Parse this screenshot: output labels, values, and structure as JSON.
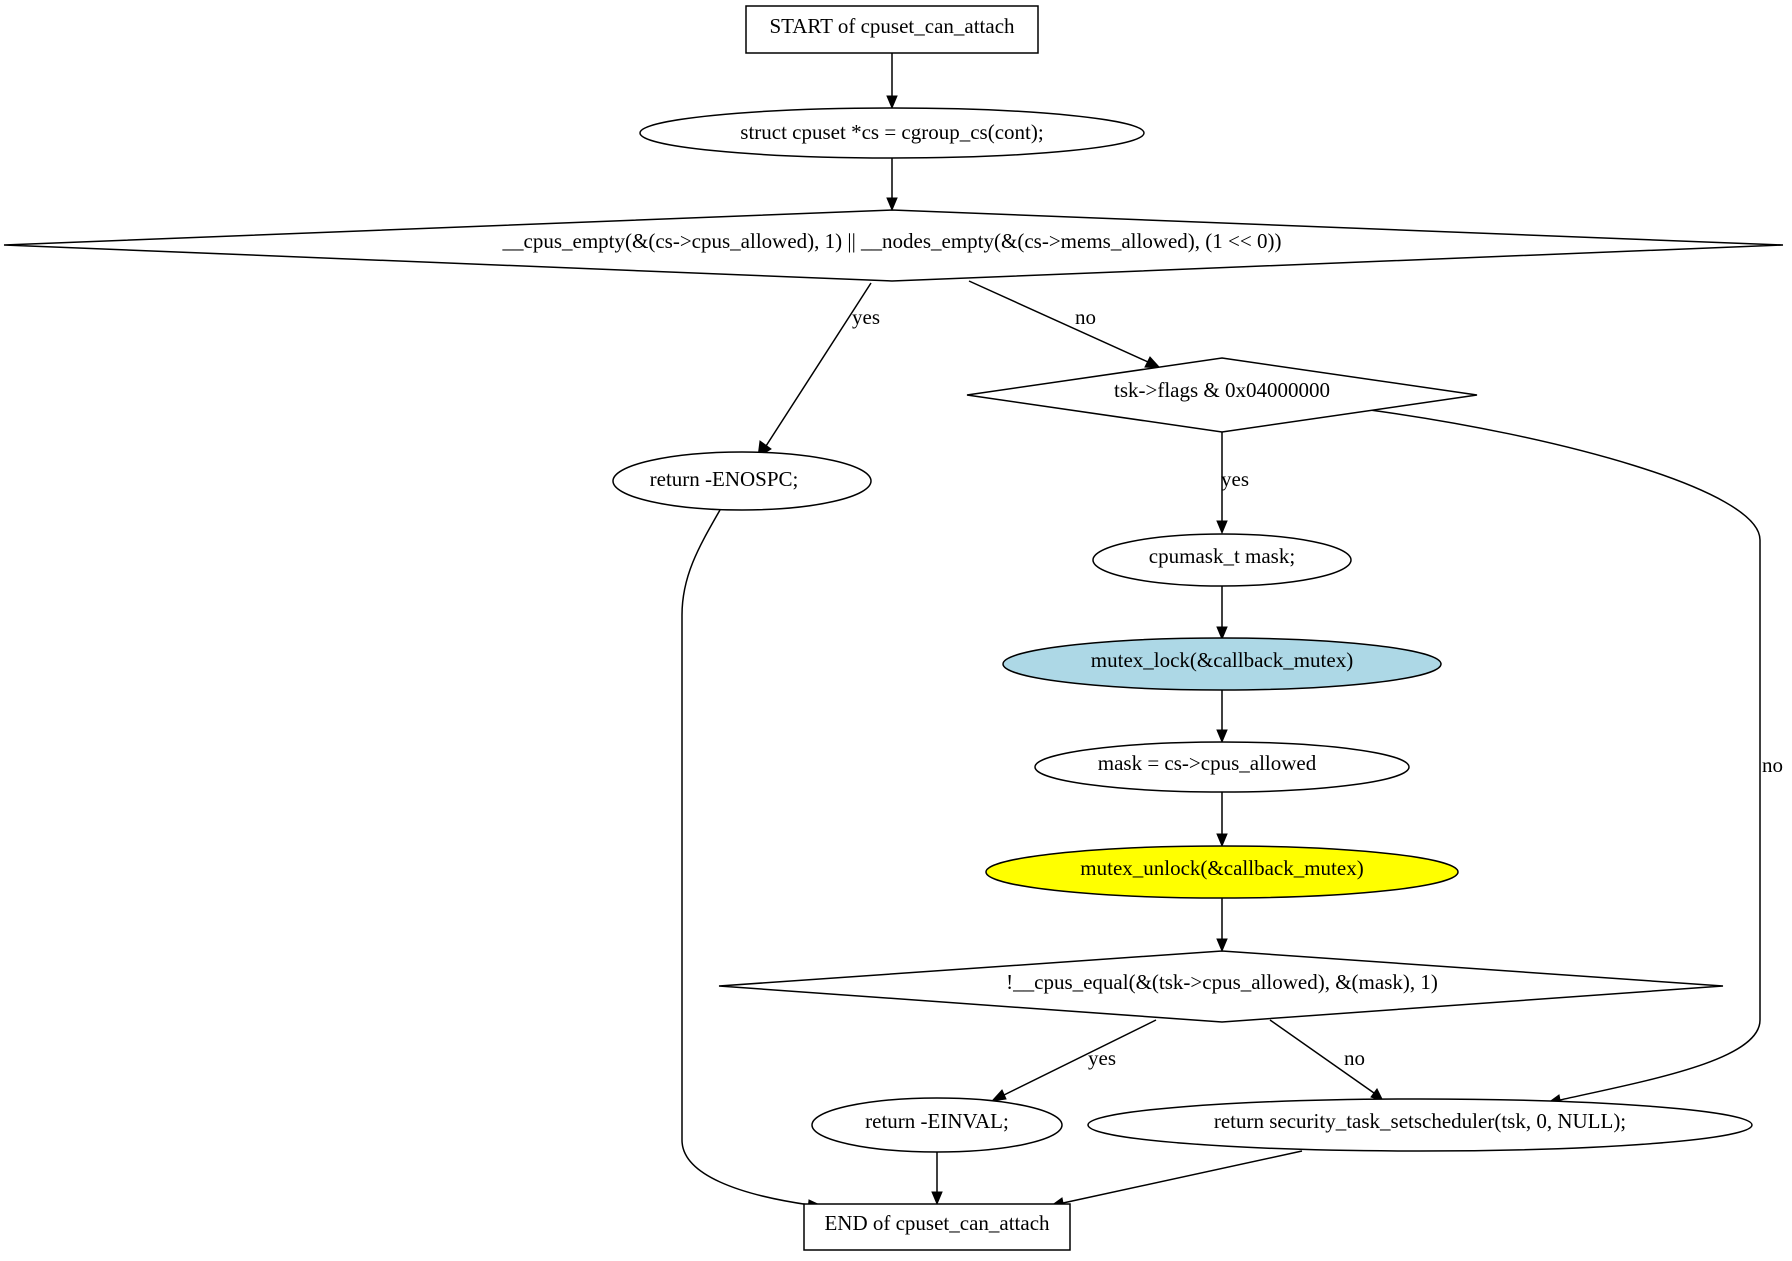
{
  "flowchart": {
    "nodes": {
      "start": {
        "label": "START of cpuset_can_attach",
        "shape": "box"
      },
      "decl_cs": {
        "label": "struct cpuset *cs = cgroup_cs(cont);",
        "shape": "ellipse"
      },
      "cond_empty": {
        "label": "__cpus_empty(&(cs->cpus_allowed), 1) || __nodes_empty(&(cs->mems_allowed), (1 << 0))",
        "shape": "diamond"
      },
      "ret_enospc": {
        "label": "return -ENOSPC;",
        "shape": "ellipse"
      },
      "cond_flags": {
        "label": "tsk->flags & 0x04000000",
        "shape": "diamond"
      },
      "decl_mask": {
        "label": "cpumask_t mask;",
        "shape": "ellipse"
      },
      "mutex_lock": {
        "label": "mutex_lock(&callback_mutex)",
        "shape": "ellipse",
        "fill": "#add8e6"
      },
      "assign_mask": {
        "label": "mask = cs->cpus_allowed",
        "shape": "ellipse"
      },
      "mutex_unlock": {
        "label": "mutex_unlock(&callback_mutex)",
        "shape": "ellipse",
        "fill": "#ffff00"
      },
      "cond_equal": {
        "label": "!__cpus_equal(&(tsk->cpus_allowed), &(mask), 1)",
        "shape": "diamond"
      },
      "ret_einval": {
        "label": "return -EINVAL;",
        "shape": "ellipse"
      },
      "ret_security": {
        "label": "return security_task_setscheduler(tsk, 0, NULL);",
        "shape": "ellipse"
      },
      "end": {
        "label": "END of cpuset_can_attach",
        "shape": "box"
      }
    },
    "edges": [
      {
        "id": "start-to-decl",
        "from": "start",
        "to": "decl_cs",
        "label": ""
      },
      {
        "id": "decl-to-cond-empty",
        "from": "decl_cs",
        "to": "cond_empty",
        "label": ""
      },
      {
        "id": "cond-empty-yes",
        "from": "cond_empty",
        "to": "ret_enospc",
        "label": "yes"
      },
      {
        "id": "cond-empty-no",
        "from": "cond_empty",
        "to": "cond_flags",
        "label": "no"
      },
      {
        "id": "cond-flags-yes",
        "from": "cond_flags",
        "to": "decl_mask",
        "label": "yes"
      },
      {
        "id": "cond-flags-no",
        "from": "cond_flags",
        "to": "ret_security",
        "label": "no"
      },
      {
        "id": "decl-mask-to-lock",
        "from": "decl_mask",
        "to": "mutex_lock",
        "label": ""
      },
      {
        "id": "lock-to-assign",
        "from": "mutex_lock",
        "to": "assign_mask",
        "label": ""
      },
      {
        "id": "assign-to-unlock",
        "from": "assign_mask",
        "to": "mutex_unlock",
        "label": ""
      },
      {
        "id": "unlock-to-cond-equal",
        "from": "mutex_unlock",
        "to": "cond_equal",
        "label": ""
      },
      {
        "id": "cond-equal-yes",
        "from": "cond_equal",
        "to": "ret_einval",
        "label": "yes"
      },
      {
        "id": "cond-equal-no",
        "from": "cond_equal",
        "to": "ret_security",
        "label": "no"
      },
      {
        "id": "enospc-to-end",
        "from": "ret_enospc",
        "to": "end",
        "label": ""
      },
      {
        "id": "einval-to-end",
        "from": "ret_einval",
        "to": "end",
        "label": ""
      },
      {
        "id": "security-to-end",
        "from": "ret_security",
        "to": "end",
        "label": ""
      }
    ]
  }
}
